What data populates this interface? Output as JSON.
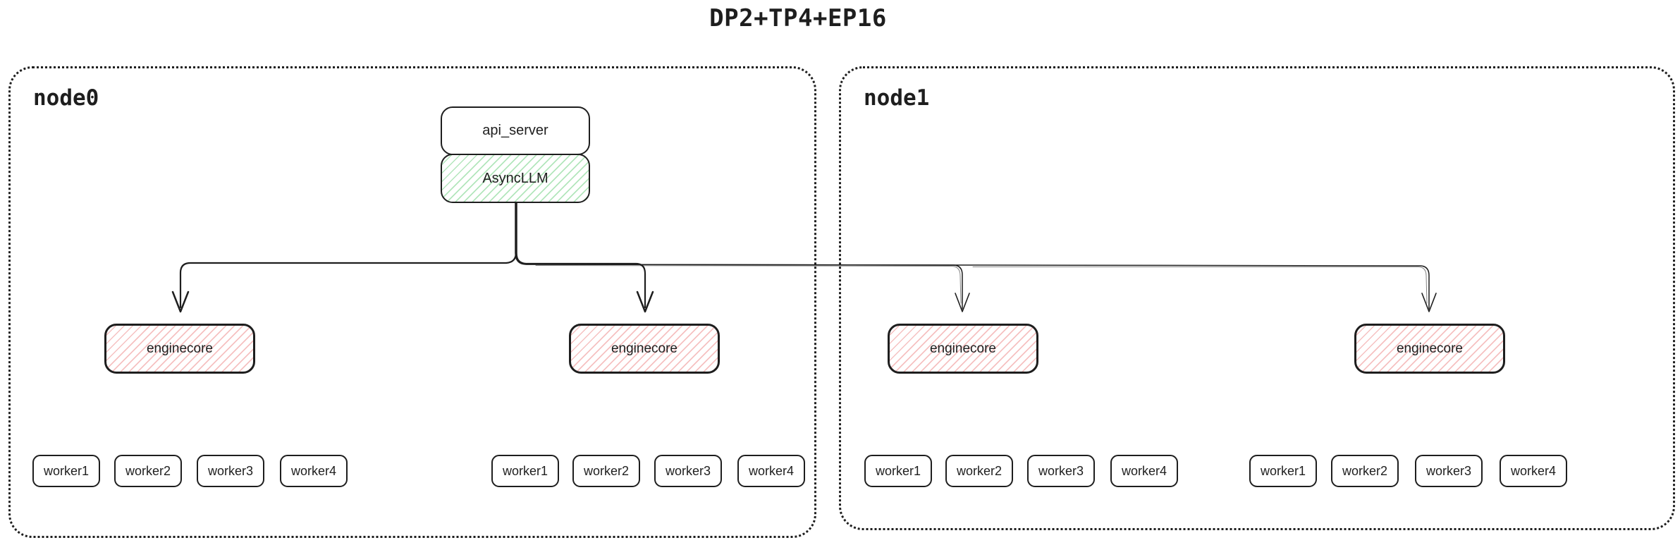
{
  "title": "DP2+TP4+EP16",
  "colors": {
    "ink": "#1e1e1e",
    "background": "#ffffff",
    "green_hatch": "#40c057",
    "red_hatch": "#e03131"
  },
  "nodes": [
    {
      "label": "node0"
    },
    {
      "label": "node1"
    }
  ],
  "api_server": {
    "label": "api_server"
  },
  "async_llm": {
    "label": "AsyncLLM"
  },
  "enginecores": [
    {
      "label": "enginecore"
    },
    {
      "label": "enginecore"
    },
    {
      "label": "enginecore"
    },
    {
      "label": "enginecore"
    }
  ],
  "worker_groups": [
    {
      "workers": [
        "worker1",
        "worker2",
        "worker3",
        "worker4"
      ]
    },
    {
      "workers": [
        "worker1",
        "worker2",
        "worker3",
        "worker4"
      ]
    },
    {
      "workers": [
        "worker1",
        "worker2",
        "worker3",
        "worker4"
      ]
    },
    {
      "workers": [
        "worker1",
        "worker2",
        "worker3",
        "worker4"
      ]
    }
  ]
}
